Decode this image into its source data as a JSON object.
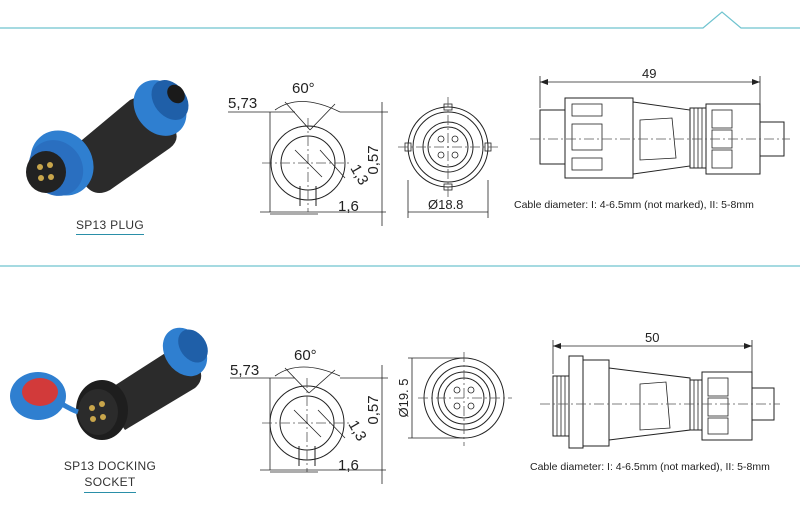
{
  "colors": {
    "accent_line": "#6fc3cf",
    "caption_underline": "#2a8fa8",
    "connector_blue": "#2f7fd0",
    "connector_body": "#2b2b2b",
    "seal_red": "#d23a3a"
  },
  "plug": {
    "caption": "SP13 PLUG",
    "angle_label": "60°",
    "key_width_label": "5,73",
    "key_offset_label": "0,57",
    "radius_label": "1,3",
    "gap_label": "1,6",
    "diameter_label": "Ø18.8",
    "length_label": "49",
    "cable_note": "Cable diameter: I: 4-6.5mm (not marked), II: 5-8mm"
  },
  "socket": {
    "caption_line1": "SP13 DOCKING",
    "caption_line2": "SOCKET",
    "angle_label": "60°",
    "key_width_label": "5,73",
    "key_offset_label": "0,57",
    "radius_label": "1,3",
    "gap_label": "1,6",
    "diameter_label": "Ø19. 5",
    "length_label": "50",
    "cable_note": "Cable diameter: I: 4-6.5mm (not marked), II: 5-8mm"
  }
}
